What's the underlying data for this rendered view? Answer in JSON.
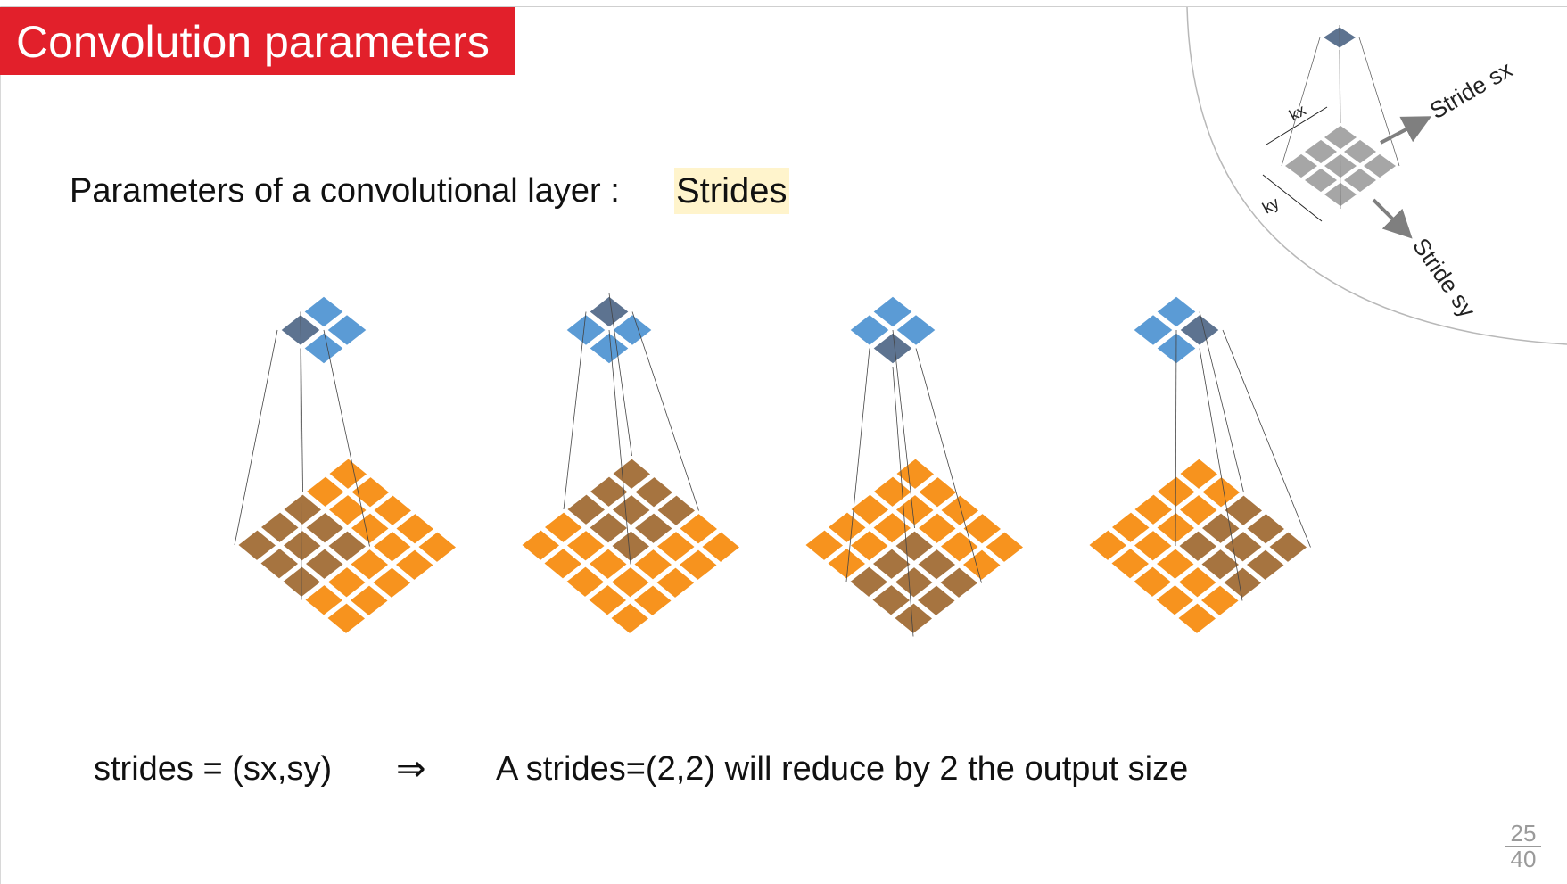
{
  "slide": {
    "title": "Convolution parameters",
    "params_label": "Parameters of a convolutional layer :",
    "highlight": "Strides",
    "formula": "strides = (sx,sy)",
    "implies_symbol": "⇒",
    "result": "A strides=(2,2) will reduce by 2 the output size",
    "page_current": "25",
    "page_total": "40"
  },
  "inset": {
    "kx_label": "kx",
    "ky_label": "ky",
    "stride_x_label": "Stride sx",
    "stride_y_label": "Stride sy"
  },
  "colors": {
    "title_bg": "#e2202b",
    "input_cell": "#f7931e",
    "input_cell_active": "#a67440",
    "output_cell": "#5b9bd5",
    "output_cell_active": "#5d7390",
    "kernel_cell": "#a6a6a6",
    "highlight_bg": "#fff4cc"
  },
  "panels": [
    {
      "active_output": [
        0,
        0
      ],
      "receptive_field": [
        0,
        0
      ]
    },
    {
      "active_output": [
        0,
        1
      ],
      "receptive_field": [
        0,
        2
      ]
    },
    {
      "active_output": [
        1,
        0
      ],
      "receptive_field": [
        2,
        0
      ]
    },
    {
      "active_output": [
        1,
        1
      ],
      "receptive_field": [
        2,
        2
      ]
    }
  ]
}
